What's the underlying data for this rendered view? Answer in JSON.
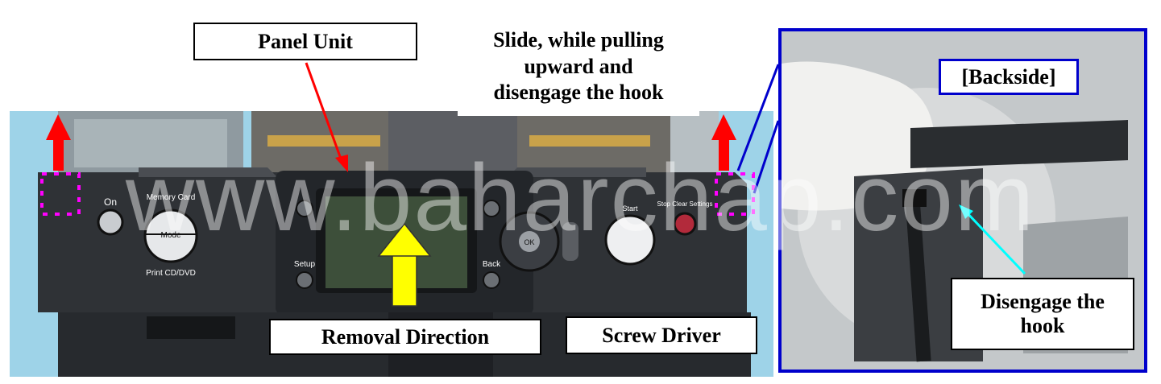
{
  "labels": {
    "panel_unit": "Panel Unit",
    "slide_instruction": [
      "Slide, while pulling",
      "upward and",
      "disengage the hook"
    ],
    "backside": "[Backside]",
    "removal_direction": "Removal Direction",
    "screw_driver": "Screw Driver",
    "disengage_hook": [
      "Disengage the",
      "hook"
    ]
  },
  "printer_panel": {
    "buttons": {
      "on": "On",
      "memory_card": "Memory Card",
      "mode": "Mode",
      "print_cd_dvd": "Print CD/DVD",
      "setup": "Setup",
      "back": "Back",
      "ok": "OK",
      "start": "Start",
      "stop": "Stop Clear Settings"
    }
  },
  "watermark": "www.baharchap.com",
  "colors": {
    "red_arrow": "#ff0000",
    "yellow_arrow": "#ffff00",
    "cyan_arrow": "#00ffff",
    "hook_marker": "#ff00ff",
    "inset_frame": "#0000cc",
    "background": "#9ed3e8"
  }
}
